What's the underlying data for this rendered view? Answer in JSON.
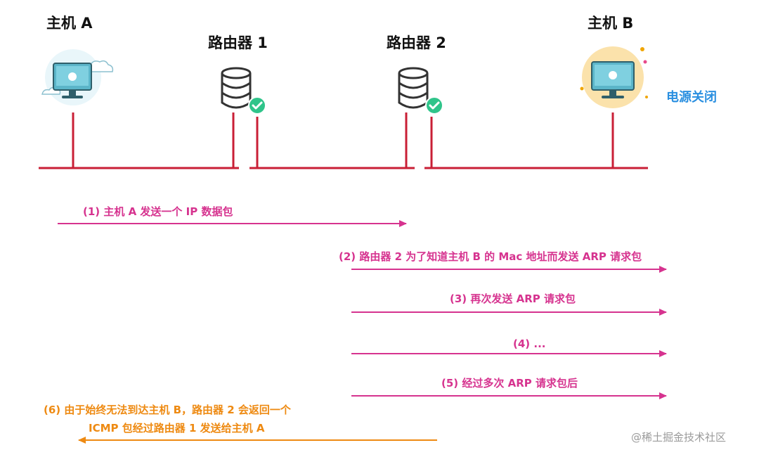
{
  "nodes": {
    "host_a": "主机 A",
    "router_1": "路由器 1",
    "router_2": "路由器 2",
    "host_b": "主机 B"
  },
  "host_b_status": "电源关闭",
  "steps": [
    "(1) 主机 A 发送一个 IP 数据包",
    "(2) 路由器 2 为了知道主机 B 的 Mac 地址而发送 ARP 请求包",
    "(3) 再次发送 ARP 请求包",
    "(4) ...",
    "(5) 经过多次 ARP 请求包后"
  ],
  "final_step": {
    "line1": "(6) 由于始终无法到达主机 B，路由器 2 会返回一个",
    "line2": "ICMP 包经过路由器 1 发送给主机 A"
  },
  "watermark": "@稀土掘金技术社区",
  "icons": {
    "host_a": "computer-icon",
    "host_b": "computer-icon",
    "router_1": "database-icon",
    "router_2": "database-icon",
    "ok": "check-circle-icon"
  },
  "colors": {
    "network": "#c91f36",
    "steps": "#d6338f",
    "icmp": "#ee8a12",
    "status": "#2a8fe0",
    "check": "#2fc48a"
  }
}
